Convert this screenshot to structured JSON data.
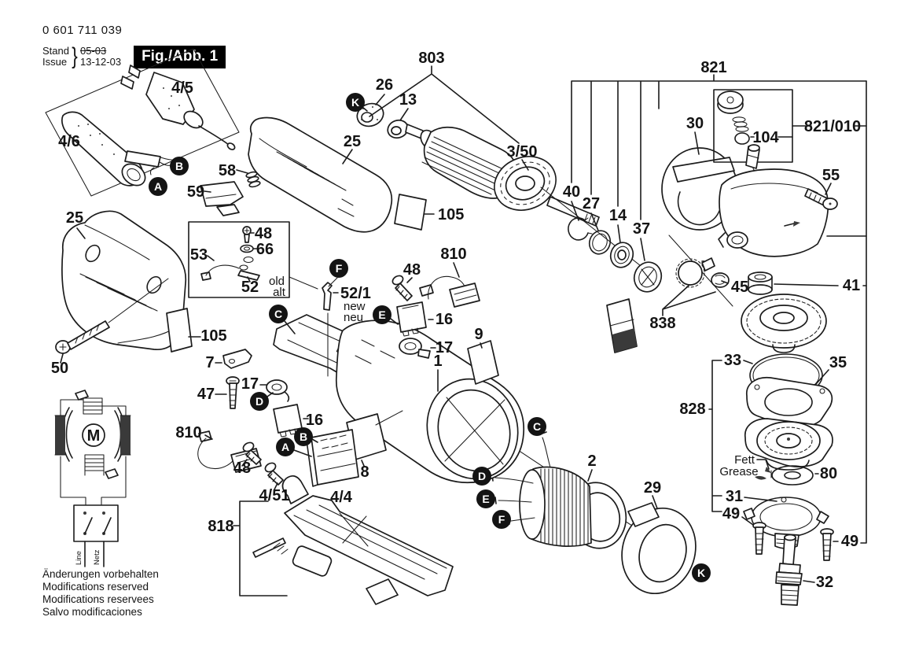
{
  "header": {
    "part_number": "0 601 711 039",
    "stand_label": "Stand",
    "issue_label": "Issue",
    "brace": "}",
    "old_date": "05-03",
    "date": "13-12-03",
    "figure_label": "Fig./Abb. 1"
  },
  "footer": {
    "line1": "Änderungen vorbehalten",
    "line2": "Modifications reserved",
    "line3": "Modifications reservees",
    "line4": "Salvo modificaciones"
  },
  "schematic": {
    "motor": "M",
    "line": "Line",
    "netz": "Netz"
  },
  "notes": {
    "old": "old",
    "alt": "alt",
    "new": "new",
    "neu": "neu",
    "fett": "Fett",
    "grease": "Grease"
  },
  "badges": {
    "A": "A",
    "B": "B",
    "C": "C",
    "D": "D",
    "E": "E",
    "F": "F",
    "K": "K"
  },
  "parts": {
    "n1": "1",
    "n2": "2",
    "n7": "7",
    "n8": "8",
    "n9": "9",
    "n13": "13",
    "n14": "14",
    "n16": "16",
    "n17": "17",
    "n25": "25",
    "n26": "26",
    "n27": "27",
    "n29": "29",
    "n30": "30",
    "n31": "31",
    "n32": "32",
    "n33": "33",
    "n35": "35",
    "n37": "37",
    "n40": "40",
    "n41": "41",
    "n45": "45",
    "n47": "47",
    "n48": "48",
    "n49": "49",
    "n50": "50",
    "n52": "52",
    "n52_1": "52/1",
    "n53": "53",
    "n55": "55",
    "n58": "58",
    "n59": "59",
    "n66": "66",
    "n80": "80",
    "n104": "104",
    "n105": "105",
    "n803": "803",
    "n810": "810",
    "n818": "818",
    "n821": "821",
    "n821_010": "821/010",
    "n828": "828",
    "n838": "838",
    "n3_50": "3/50",
    "n4_4": "4/4",
    "n4_5": "4/5",
    "n4_6": "4/6",
    "n4_51": "4/51"
  }
}
